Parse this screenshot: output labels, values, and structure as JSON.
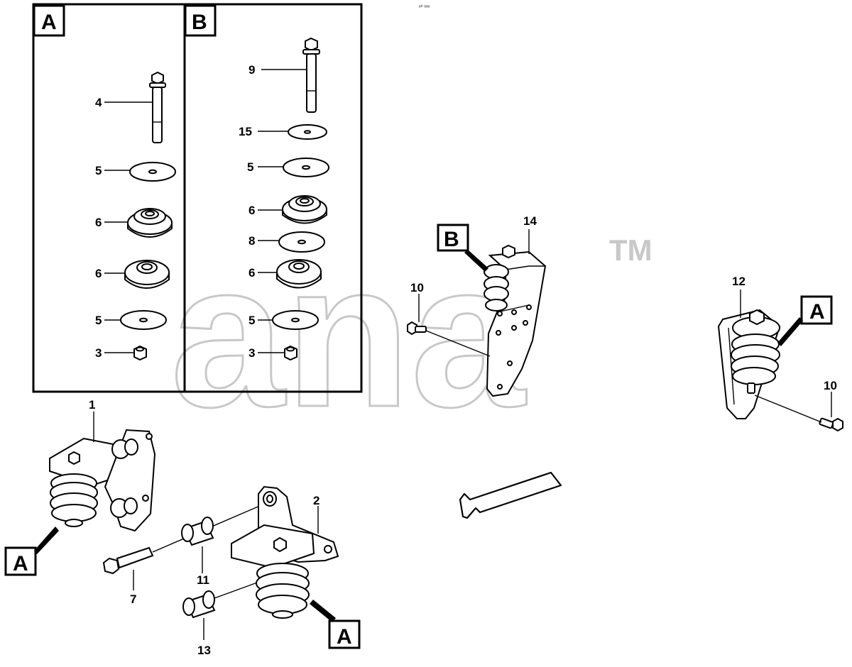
{
  "header": {
    "corner_code": "ᵉ⁰ ᵒᵒᵒ"
  },
  "watermark": {
    "brand": "ana",
    "trademark": "TM"
  },
  "boxes": {
    "A": {
      "letter": "A"
    },
    "B": {
      "letter": "B"
    }
  },
  "callout_letters": {
    "B_bracket": "B",
    "A_right": "A",
    "A_left": "A",
    "A_bottom": "A"
  },
  "labels": {
    "a4": "4",
    "a5a": "5",
    "a6a": "6",
    "a6b": "6",
    "a5b": "5",
    "a3": "3",
    "b9": "9",
    "b15": "15",
    "b5a": "5",
    "b6a": "6",
    "b8": "8",
    "b6b": "6",
    "b5b": "5",
    "b3": "3",
    "p14": "14",
    "p10a": "10",
    "p12": "12",
    "p10b": "10",
    "p1": "1",
    "p2": "2",
    "p7": "7",
    "p11": "11",
    "p13": "13"
  }
}
